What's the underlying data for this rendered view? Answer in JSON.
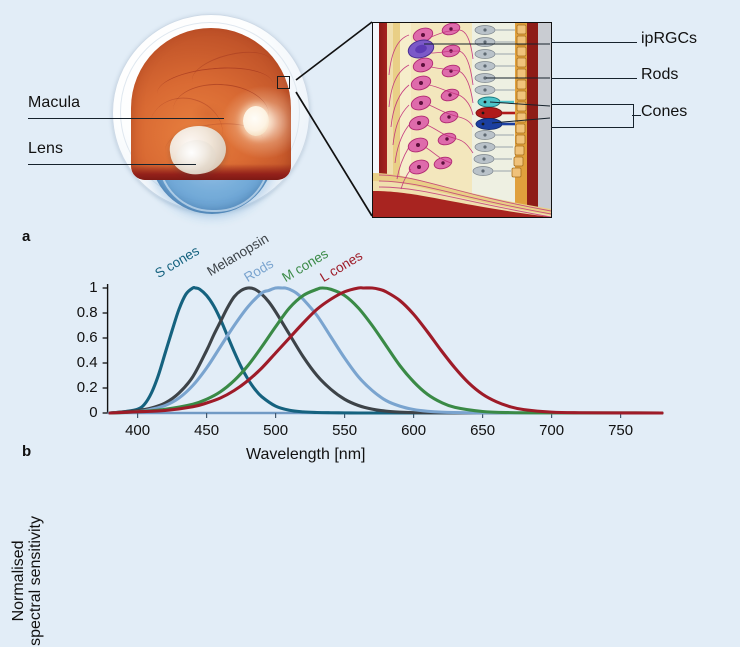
{
  "figure": {
    "background_color": "#e2edf7",
    "panel_a_letter": "a",
    "panel_b_letter": "b"
  },
  "panel_a": {
    "eye_labels": [
      {
        "text": "Macula",
        "name": "macula"
      },
      {
        "text": "Lens",
        "name": "lens"
      }
    ],
    "inset_labels": [
      {
        "text": "ipRGCs",
        "name": "iprgcs"
      },
      {
        "text": "Rods",
        "name": "rods"
      },
      {
        "text": "Cones",
        "name": "cones"
      }
    ]
  },
  "chart_data": {
    "type": "line",
    "title": "",
    "xlabel": "Wavelength [nm]",
    "ylabel": "Normalised spectral sensitivity",
    "ylabel_line1": "Normalised",
    "ylabel_line2": "spectral sensitivity",
    "xlim": [
      380,
      780
    ],
    "ylim": [
      0,
      1
    ],
    "xticks": [
      400,
      450,
      500,
      550,
      600,
      650,
      700,
      750
    ],
    "yticks": [
      "0",
      "0.2",
      "0.4",
      "0.6",
      "0.8",
      "1"
    ],
    "grid": false,
    "legend": "inline-curve-labels",
    "series": [
      {
        "name": "S cones",
        "color": "#15627f",
        "peak_nm": 442,
        "label_x_nm": 432,
        "x": [
          380,
          390,
          400,
          405,
          410,
          415,
          420,
          425,
          430,
          435,
          440,
          442,
          445,
          450,
          455,
          460,
          465,
          470,
          475,
          480,
          485,
          490,
          500,
          510,
          520,
          530,
          540,
          550,
          560,
          570,
          580,
          600,
          620,
          650,
          700,
          780
        ],
        "y": [
          0.0,
          0.01,
          0.03,
          0.07,
          0.16,
          0.3,
          0.48,
          0.66,
          0.83,
          0.95,
          1.0,
          1.0,
          0.99,
          0.94,
          0.86,
          0.75,
          0.62,
          0.49,
          0.37,
          0.27,
          0.19,
          0.13,
          0.055,
          0.022,
          0.009,
          0.004,
          0.002,
          0.001,
          0.0,
          0.0,
          0.0,
          0.0,
          0.0,
          0.0,
          0.0,
          0.0
        ]
      },
      {
        "name": "Melanopsin",
        "color": "#3d4348",
        "peak_nm": 480,
        "label_x_nm": 470,
        "x": [
          380,
          400,
          410,
          420,
          430,
          440,
          450,
          455,
          460,
          465,
          470,
          475,
          480,
          485,
          490,
          495,
          500,
          510,
          520,
          530,
          540,
          550,
          560,
          570,
          580,
          590,
          600,
          620,
          640,
          660,
          700,
          780
        ],
        "y": [
          0.0,
          0.02,
          0.04,
          0.08,
          0.16,
          0.29,
          0.5,
          0.62,
          0.73,
          0.84,
          0.93,
          0.98,
          1.0,
          0.99,
          0.95,
          0.89,
          0.81,
          0.63,
          0.45,
          0.3,
          0.19,
          0.11,
          0.06,
          0.031,
          0.015,
          0.007,
          0.003,
          0.001,
          0.0,
          0.0,
          0.0,
          0.0
        ]
      },
      {
        "name": "Rods",
        "color": "#7aa4cf",
        "peak_nm": 507,
        "label_x_nm": 497,
        "x": [
          380,
          400,
          410,
          420,
          430,
          440,
          450,
          460,
          470,
          480,
          490,
          495,
          500,
          505,
          507,
          510,
          515,
          520,
          530,
          540,
          550,
          560,
          570,
          580,
          590,
          600,
          610,
          620,
          640,
          660,
          700,
          780
        ],
        "y": [
          0.0,
          0.01,
          0.03,
          0.06,
          0.12,
          0.22,
          0.36,
          0.53,
          0.7,
          0.85,
          0.96,
          0.98,
          1.0,
          1.0,
          1.0,
          0.99,
          0.96,
          0.91,
          0.78,
          0.61,
          0.44,
          0.29,
          0.18,
          0.1,
          0.055,
          0.028,
          0.014,
          0.007,
          0.002,
          0.001,
          0.0,
          0.0
        ]
      },
      {
        "name": "M cones",
        "color": "#3a8a46",
        "peak_nm": 534,
        "label_x_nm": 524,
        "x": [
          380,
          400,
          420,
          440,
          450,
          460,
          470,
          480,
          490,
          500,
          510,
          520,
          530,
          534,
          540,
          550,
          560,
          570,
          580,
          590,
          600,
          610,
          620,
          630,
          650,
          670,
          700,
          780
        ],
        "y": [
          0.0,
          0.01,
          0.03,
          0.07,
          0.11,
          0.17,
          0.26,
          0.38,
          0.53,
          0.69,
          0.84,
          0.94,
          0.99,
          1.0,
          0.99,
          0.94,
          0.84,
          0.7,
          0.54,
          0.38,
          0.25,
          0.15,
          0.085,
          0.045,
          0.012,
          0.003,
          0.001,
          0.0
        ]
      },
      {
        "name": "L cones",
        "color": "#9e1b28",
        "peak_nm": 564,
        "label_x_nm": 552,
        "x": [
          380,
          400,
          420,
          440,
          450,
          460,
          470,
          480,
          490,
          500,
          510,
          520,
          530,
          540,
          550,
          560,
          564,
          570,
          575,
          580,
          590,
          600,
          610,
          620,
          630,
          640,
          650,
          660,
          670,
          680,
          700,
          720,
          780
        ],
        "y": [
          0.0,
          0.01,
          0.02,
          0.05,
          0.08,
          0.12,
          0.18,
          0.26,
          0.36,
          0.48,
          0.6,
          0.72,
          0.83,
          0.91,
          0.97,
          1.0,
          1.0,
          1.0,
          0.99,
          0.97,
          0.9,
          0.79,
          0.65,
          0.5,
          0.36,
          0.24,
          0.15,
          0.09,
          0.05,
          0.027,
          0.007,
          0.002,
          0.0
        ]
      }
    ]
  }
}
